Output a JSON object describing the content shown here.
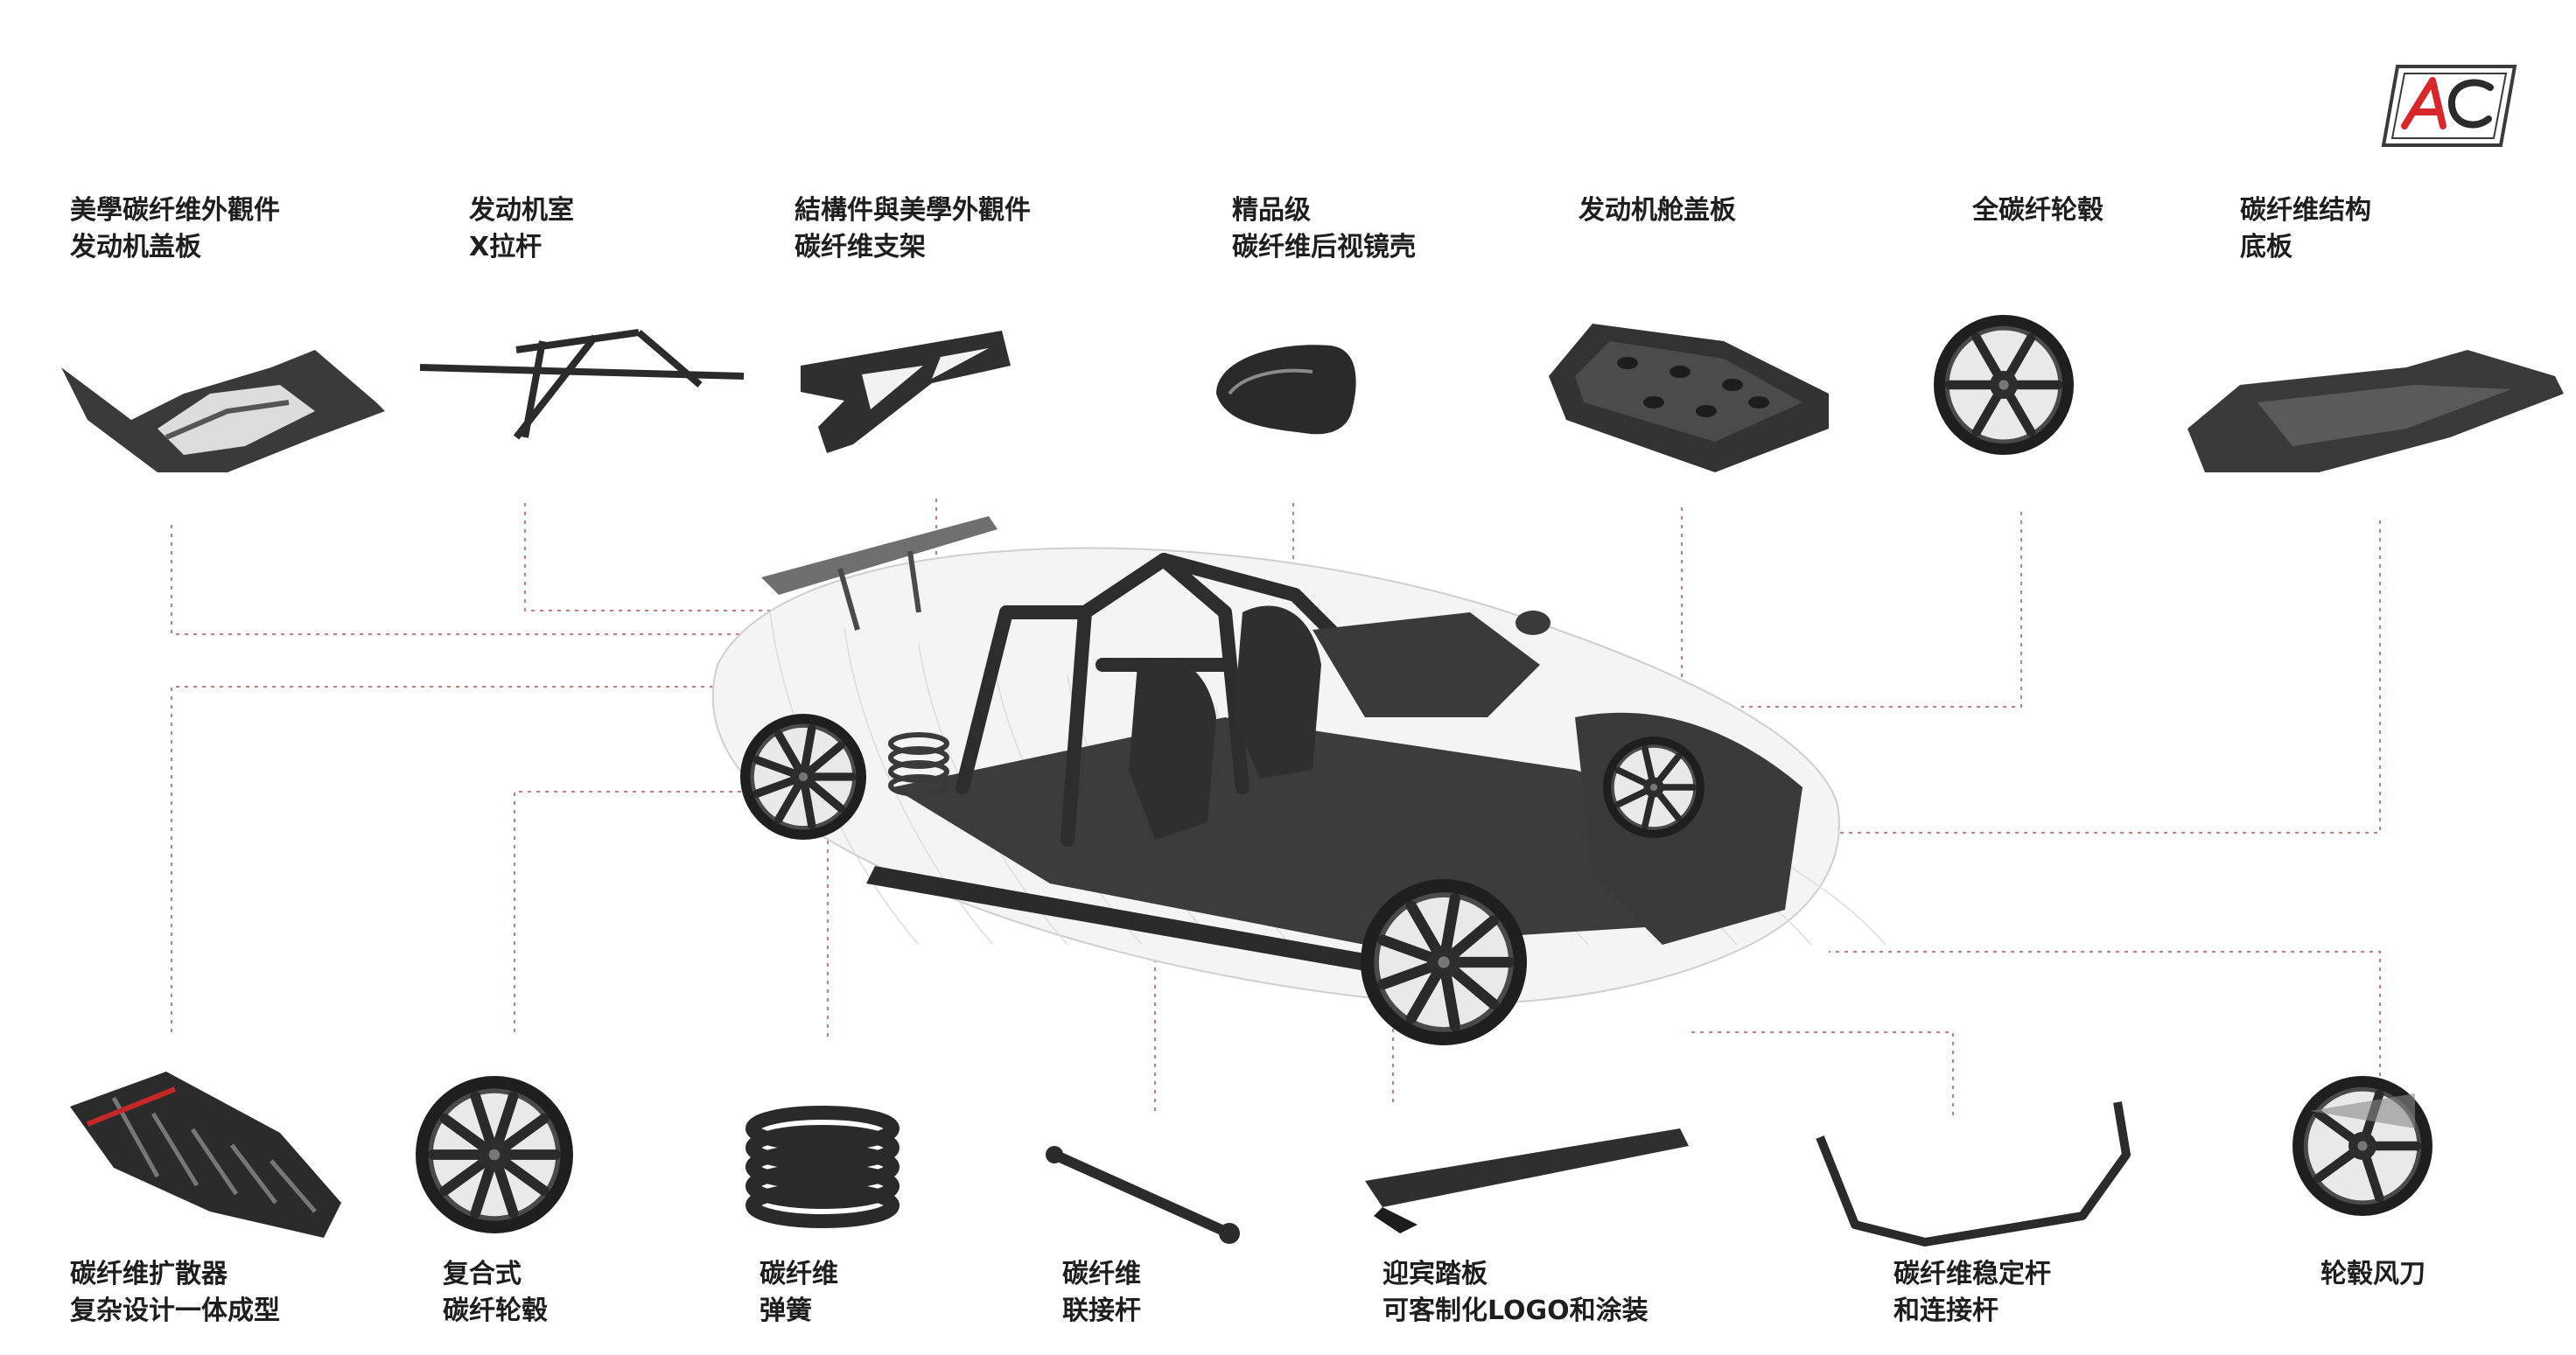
{
  "brand": {
    "logo_text": "AC",
    "accent": "#d8262b",
    "dark": "#2b2b2b"
  },
  "parts_top": [
    {
      "id": "engine-cover-aero",
      "lines": [
        "美學碳纤维外觀件",
        "发动机盖板"
      ],
      "icon": "engine-hood-panel-icon"
    },
    {
      "id": "engine-x-brace",
      "lines": [
        "发动机室",
        "X拉杆"
      ],
      "icon": "x-brace-bar-icon"
    },
    {
      "id": "carbon-bracket",
      "lines": [
        "結構件與美學外觀件",
        "碳纤维支架"
      ],
      "icon": "bracket-icon"
    },
    {
      "id": "mirror-shell",
      "lines": [
        "精品级",
        "碳纤维后视镜壳"
      ],
      "icon": "mirror-shell-icon"
    },
    {
      "id": "engine-bay-cover",
      "lines": [
        "发动机舱盖板"
      ],
      "icon": "engine-bay-cover-icon"
    },
    {
      "id": "full-carbon-wheel",
      "lines": [
        "全碳纤轮毂"
      ],
      "icon": "wheel-icon"
    },
    {
      "id": "structural-floor",
      "lines": [
        "碳纤维结构",
        "底板"
      ],
      "icon": "floor-panel-icon"
    }
  ],
  "parts_bottom": [
    {
      "id": "diffuser",
      "lines": [
        "碳纤维扩散器",
        "复杂设计一体成型"
      ],
      "icon": "diffuser-icon"
    },
    {
      "id": "composite-wheel",
      "lines": [
        "复合式",
        "碳纤轮毂"
      ],
      "icon": "wheel-icon"
    },
    {
      "id": "carbon-spring",
      "lines": [
        "碳纤维",
        "弹簧"
      ],
      "icon": "coil-spring-icon"
    },
    {
      "id": "carbon-link",
      "lines": [
        "碳纤维",
        "联接杆"
      ],
      "icon": "link-rod-icon"
    },
    {
      "id": "side-sill",
      "lines": [
        "迎宾踏板",
        "可客制化LOGO和涂装"
      ],
      "icon": "door-sill-icon"
    },
    {
      "id": "stabilizer",
      "lines": [
        "碳纤维稳定杆",
        "和连接杆"
      ],
      "icon": "stabilizer-bar-icon"
    },
    {
      "id": "wheel-blade",
      "lines": [
        "轮毂风刀"
      ],
      "icon": "wheel-aero-blade-icon"
    }
  ],
  "center": {
    "icon": "carbon-chassis-car-icon"
  }
}
